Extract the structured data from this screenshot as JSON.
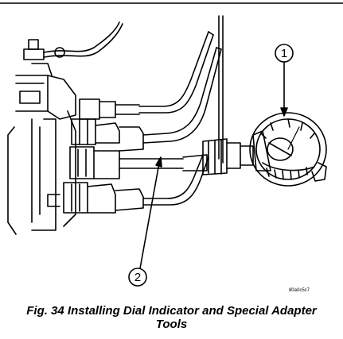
{
  "callouts": [
    {
      "label": "1"
    },
    {
      "label": "2"
    }
  ],
  "figure_code": "80a0c5c7",
  "caption_line1": "Fig. 34 Installing Dial Indicator and Special Adapter",
  "caption_line2": "Tools",
  "colors": {
    "ink": "#000000",
    "paper": "#ffffff"
  }
}
